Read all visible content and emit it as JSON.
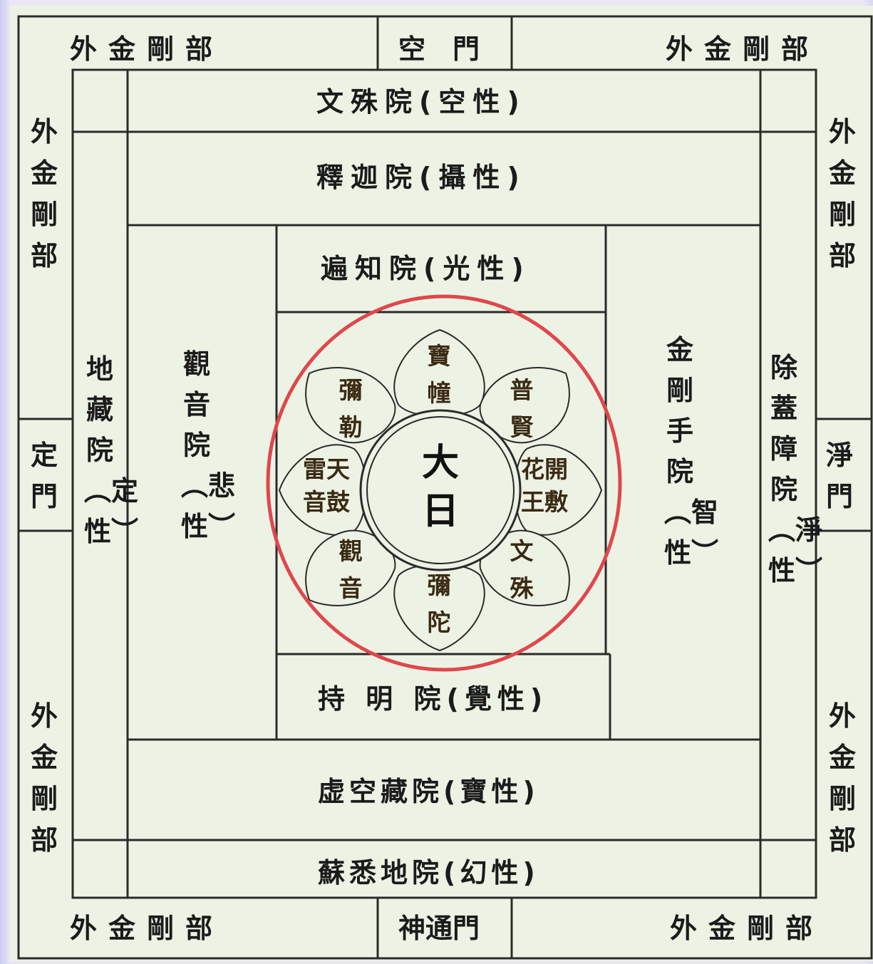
{
  "outer": {
    "top_left": "外金剛部",
    "top_gate": "空　門",
    "top_right": "外金剛部",
    "left_upper": "外金剛部",
    "left_gate": "定門",
    "left_lower": "外金剛部",
    "right_upper": "外金剛部",
    "right_gate": "淨門",
    "right_lower": "外金剛部",
    "bottom_left": "外金剛部",
    "bottom_gate": "神通門",
    "bottom_right": "外金剛部"
  },
  "courts": {
    "manjushri": "文殊院(空性)",
    "shakya": "釋迦院(攝性)",
    "pervasive": "遍知院(光性)",
    "vidyadhara": "持 明 院(覺性)",
    "akasagarbha": "虚空藏院(寶性)",
    "susiddhi": "蘇悉地院(幻性)",
    "ksitigarbha": "地藏院︵定性︶",
    "avalokita": "觀音院︵悲性︶",
    "vajrapani": "金剛手院︵智性︶",
    "sarvanivarana": "除蓋障院︵淨性︶"
  },
  "lotus": {
    "center": "大日",
    "top": "寶幢",
    "top_right": "普賢",
    "right": "花開王敷",
    "bottom_right": "文殊",
    "bottom": "彌陀",
    "bottom_left": "觀音",
    "left": "雷天音鼓",
    "top_left": "彌勒"
  },
  "colors": {
    "background": "#edf3e4",
    "lines": "#2b2b2b",
    "highlight_circle": "#e0474c"
  }
}
